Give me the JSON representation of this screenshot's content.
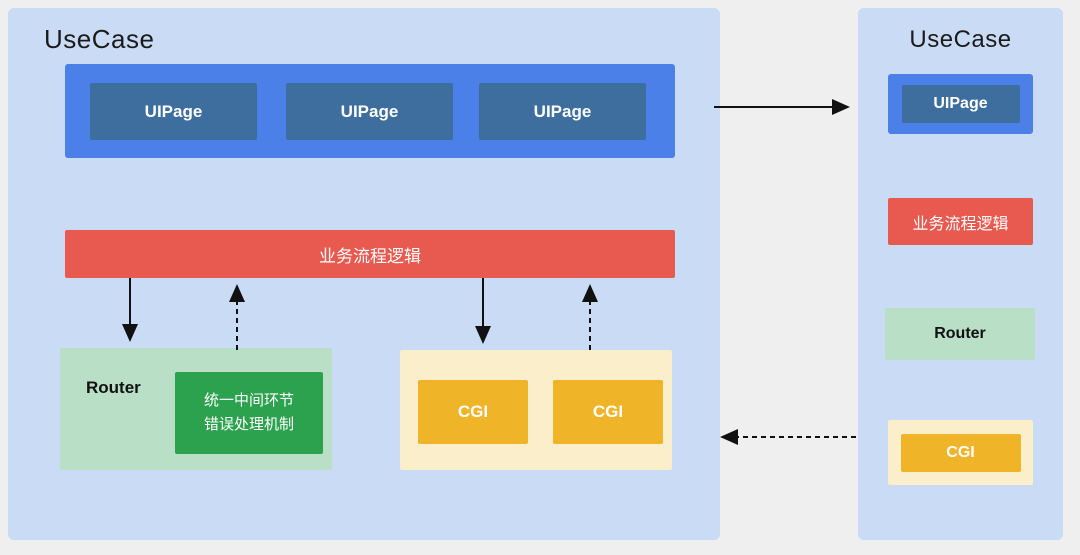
{
  "colors": {
    "canvas_bg": "#efefef",
    "panel_bg": "#cadcf5",
    "blue_bar": "#4b80e8",
    "uipage_box": "#3d6e9e",
    "logic_red": "#e85a50",
    "router_green_light": "#b9dfc7",
    "error_green_dark": "#2ca24f",
    "cgi_container_cream": "#faeecb",
    "cgi_orange": "#f0b429",
    "arrow": "#111111"
  },
  "left_panel": {
    "title": "UseCase",
    "uipages": [
      "UIPage",
      "UIPage",
      "UIPage"
    ],
    "logic_label": "业务流程逻辑",
    "router_label": "Router",
    "error_box": {
      "line1": "统一中间环节",
      "line2": "错误处理机制"
    },
    "cgis": [
      "CGI",
      "CGI"
    ]
  },
  "right_panel": {
    "title": "UseCase",
    "uipage": "UIPage",
    "logic_label": "业务流程逻辑",
    "router_label": "Router",
    "cgi": "CGI"
  }
}
